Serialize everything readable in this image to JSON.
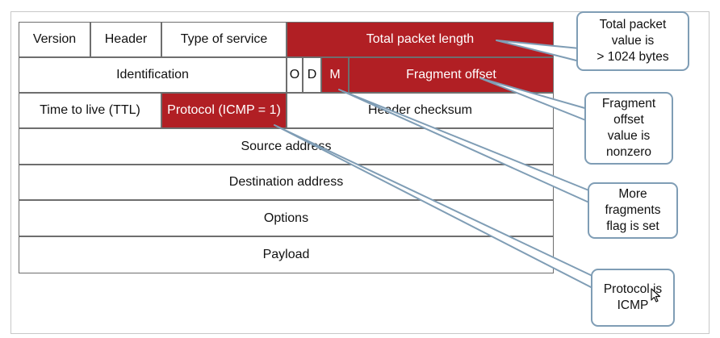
{
  "header_fields": {
    "version": "Version",
    "header": "Header",
    "type_of_service": "Type of service",
    "total_packet_length": "Total packet length",
    "identification": "Identification",
    "flag_o": "O",
    "flag_d": "D",
    "flag_m": "M",
    "fragment_offset": "Fragment offset",
    "time_to_live": "Time to live (TTL)",
    "protocol": "Protocol (ICMP = 1)",
    "header_checksum": "Header checksum",
    "source_address": "Source address",
    "destination_address": "Destination address",
    "options": "Options",
    "payload": "Payload"
  },
  "callouts": {
    "total_length": "Total packet\nvalue is\n> 1024 bytes",
    "fragment_offset": "Fragment\noffset\nvalue is\nnonzero",
    "more_fragments": "More\nfragments\nflag is set",
    "protocol": "Protocol is\nICMP"
  },
  "colors": {
    "highlight": "#b11f24",
    "callout_border": "#7f9db5",
    "cell_border": "#6e6e6e"
  },
  "icons": {
    "cursor": "mouse-pointer-icon"
  }
}
